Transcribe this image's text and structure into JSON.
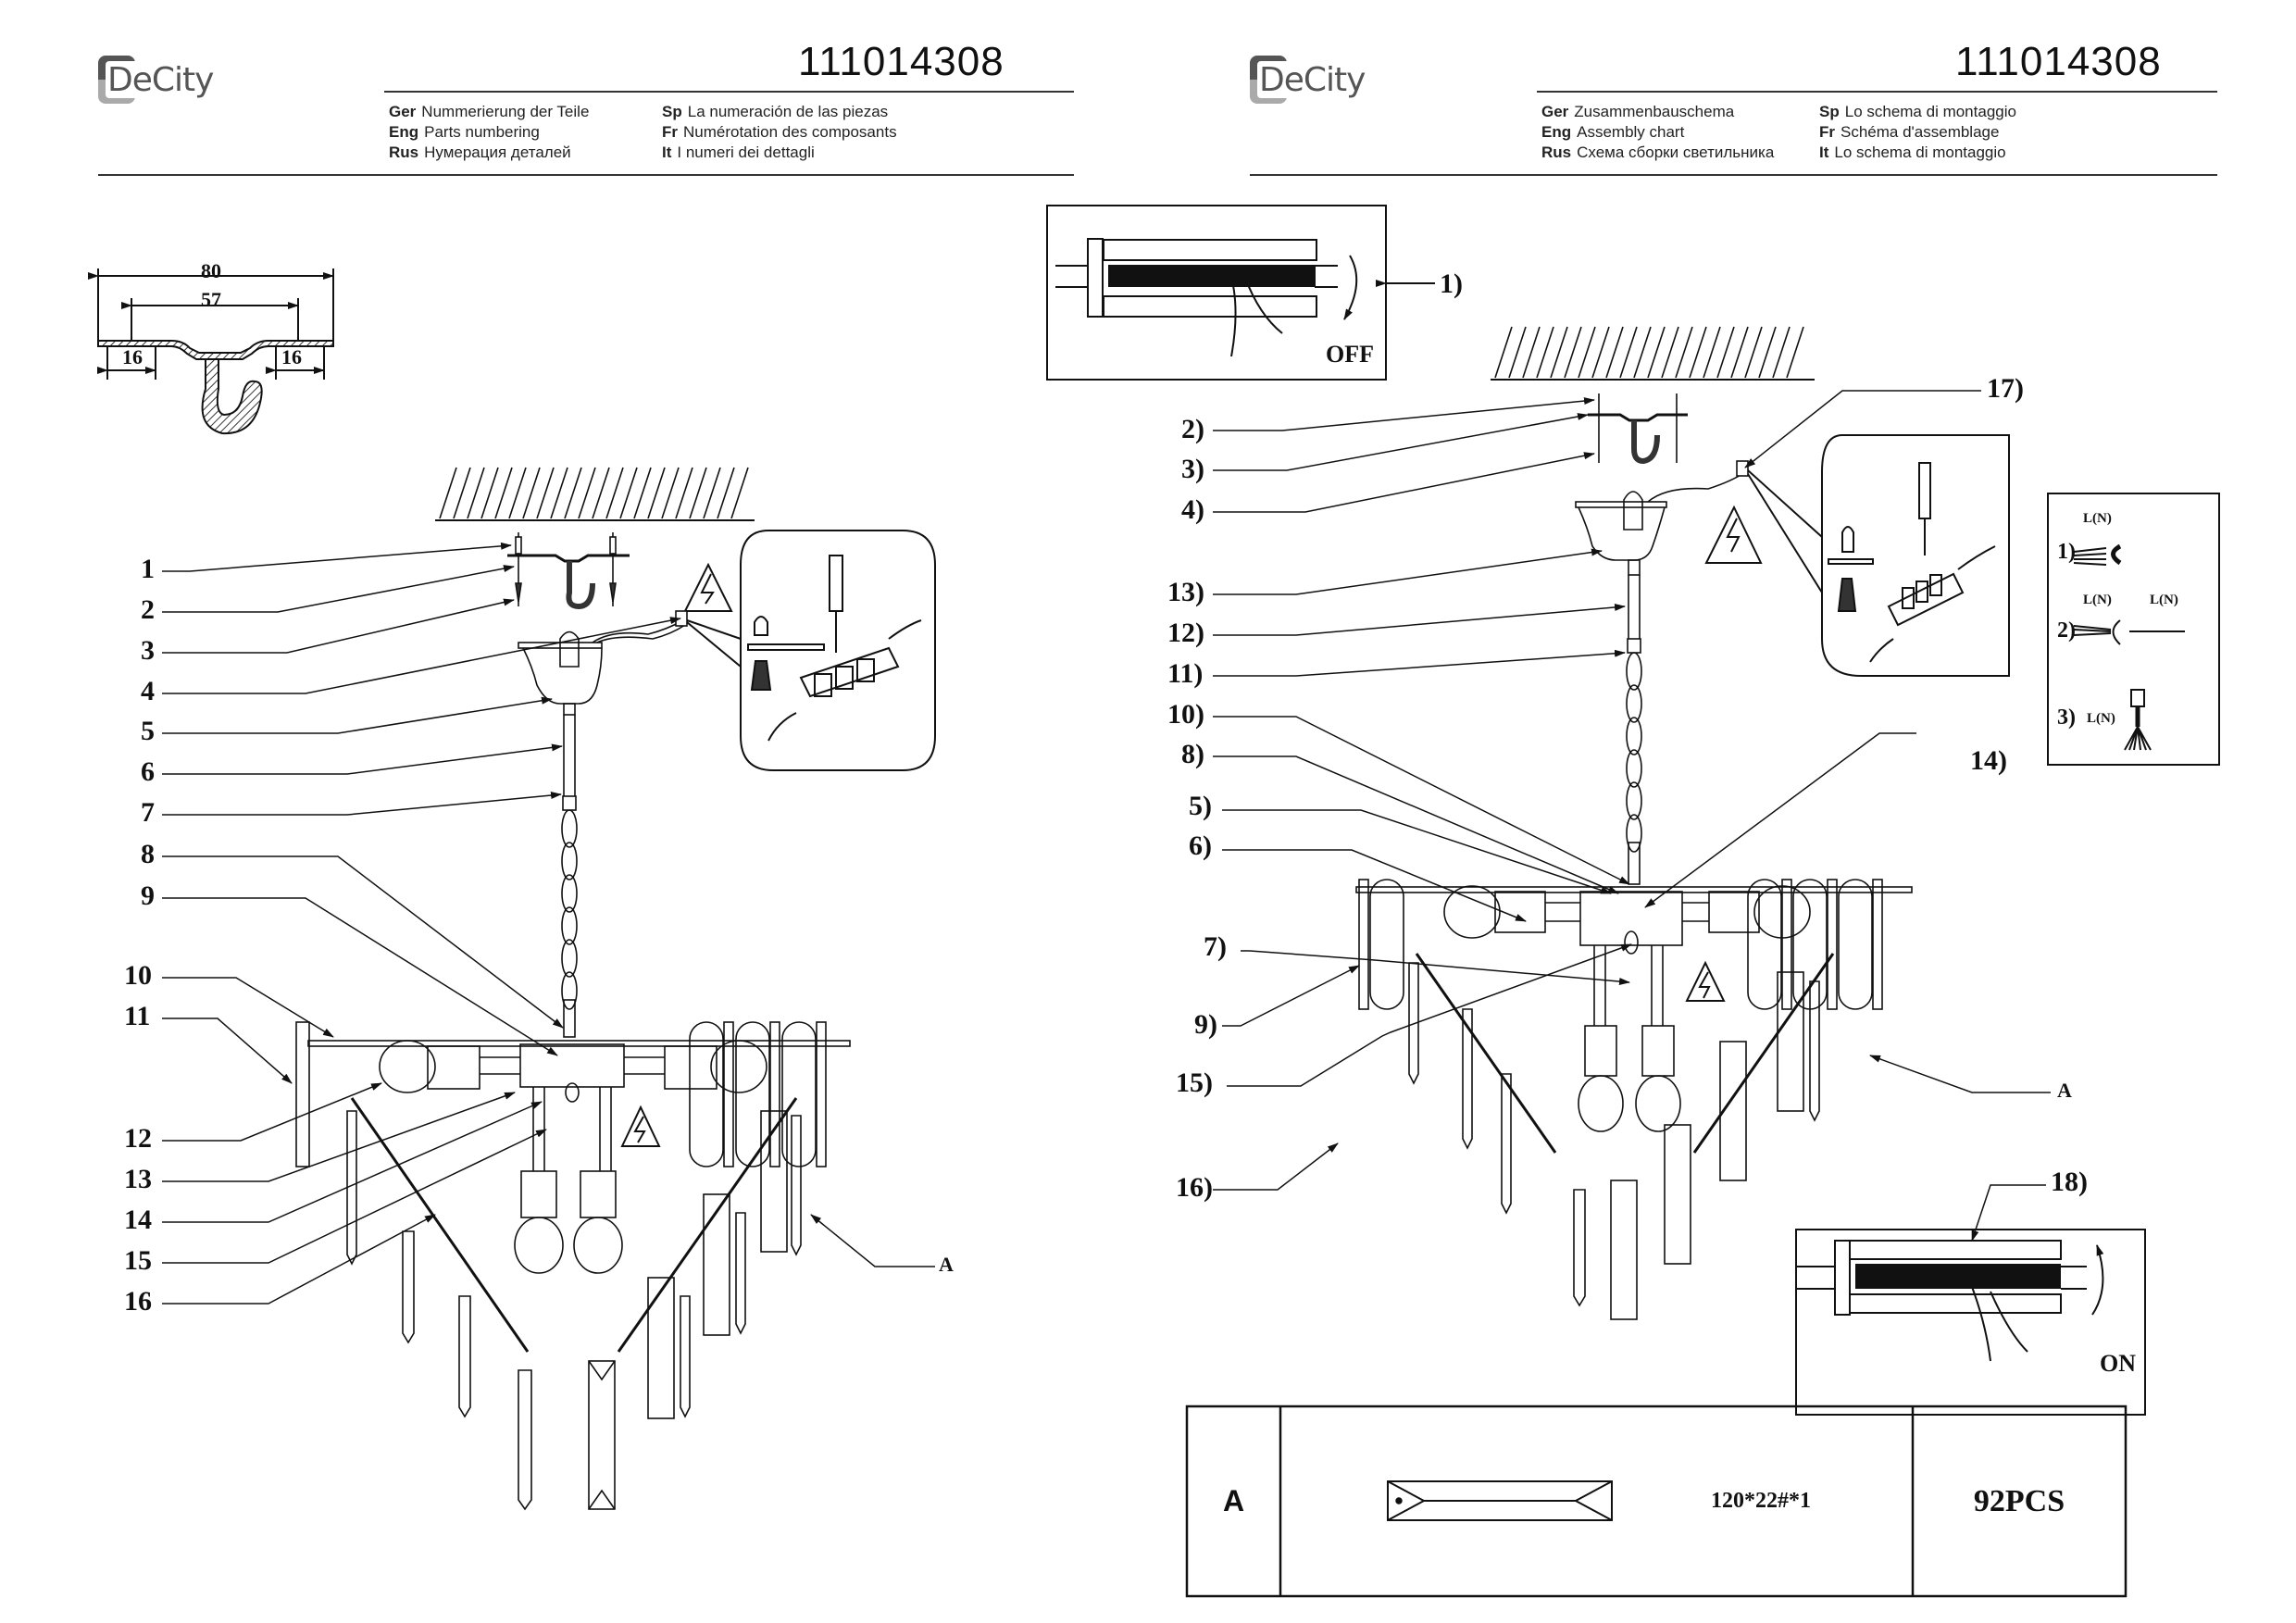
{
  "document": {
    "brand": "DeCity",
    "brand_parts": [
      "De",
      "City"
    ],
    "article_number": "111014308"
  },
  "left_page": {
    "header": {
      "languages_col1": [
        {
          "code": "Ger",
          "text": "Nummerierung der Teile"
        },
        {
          "code": "Eng",
          "text": "Parts numbering"
        },
        {
          "code": "Rus",
          "text": "Нумерация деталей"
        }
      ],
      "languages_col2": [
        {
          "code": "Sp",
          "text": "La numeración de las piezas"
        },
        {
          "code": "Fr",
          "text": "Numérotation des composants"
        },
        {
          "code": "It",
          "text": "I numeri dei dettagli"
        }
      ]
    },
    "hook_dimensions": {
      "overall": "80",
      "inner": "57",
      "left_tab": "16",
      "right_tab": "16"
    },
    "part_labels": [
      "1",
      "2",
      "3",
      "4",
      "5",
      "6",
      "7",
      "8",
      "9",
      "10",
      "11",
      "12",
      "13",
      "14",
      "15",
      "16"
    ],
    "crystal_label": "A"
  },
  "right_page": {
    "header": {
      "languages_col1": [
        {
          "code": "Ger",
          "text": "Zusammenbauschema"
        },
        {
          "code": "Eng",
          "text": "Assembly chart"
        },
        {
          "code": "Rus",
          "text": "Схема сборки светильника"
        }
      ],
      "languages_col2": [
        {
          "code": "Sp",
          "text": "Lo schema di montaggio"
        },
        {
          "code": "Fr",
          "text": "Schéma d'assemblage"
        },
        {
          "code": "It",
          "text": "Lo schema di montaggio"
        }
      ]
    },
    "step_labels_left": [
      "2)",
      "3)",
      "4)",
      "13)",
      "12)",
      "11)",
      "10)",
      "8)",
      "5)",
      "6)",
      "7)",
      "9)",
      "15)",
      "16)"
    ],
    "step_labels_right": [
      "17)",
      "14)",
      "18)"
    ],
    "breaker_off": {
      "step": "1)",
      "label": "OFF"
    },
    "breaker_on": {
      "step": "18)",
      "label": "ON"
    },
    "crystal_label": "A",
    "wire_connection": {
      "steps": [
        {
          "n": "1)",
          "label": "L(N)"
        },
        {
          "n": "2)",
          "label": "L(N)",
          "label2": "L(N)"
        },
        {
          "n": "3)",
          "label": "L(N)"
        }
      ]
    },
    "parts_table": {
      "rows": [
        {
          "part": "A",
          "spec": "120*22#*1",
          "qty": "92PCS"
        }
      ]
    }
  }
}
